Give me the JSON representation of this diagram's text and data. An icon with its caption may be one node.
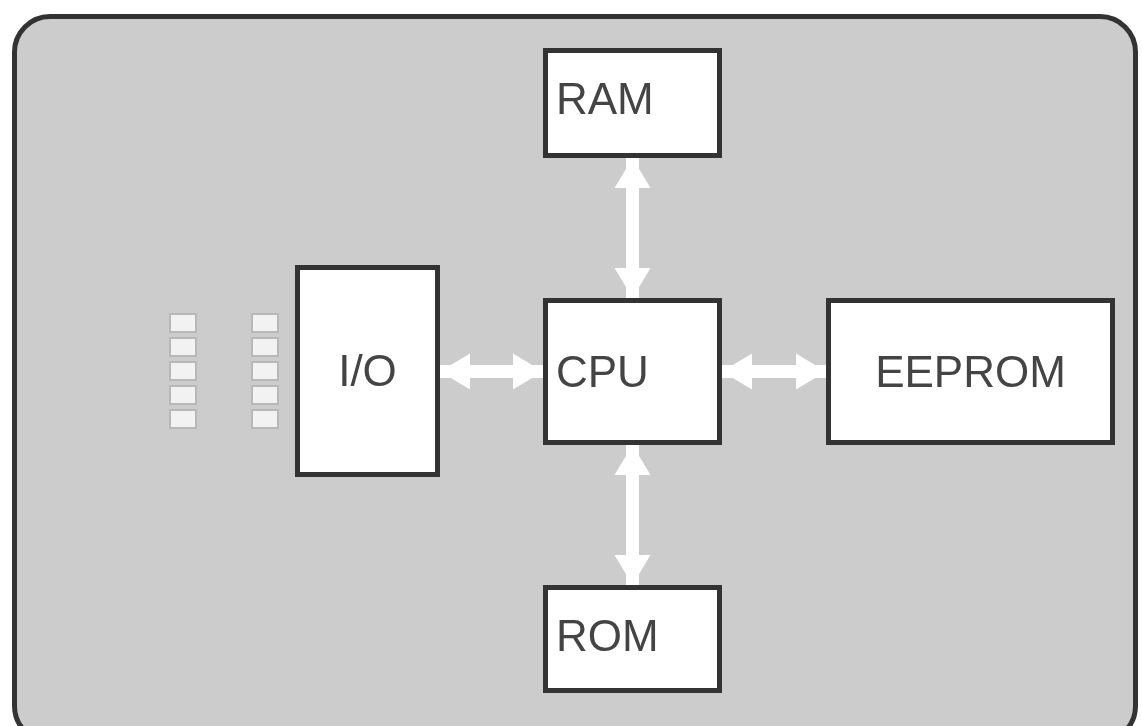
{
  "diagram": {
    "nodes": [
      {
        "text": [
          "RAM"
        ]
      },
      {
        "text": [
          "I/O"
        ]
      },
      {
        "text": [
          "CPU"
        ]
      },
      {
        "text": [
          "EEPROM"
        ]
      },
      {
        "text": [
          "ROM"
        ]
      }
    ],
    "edges": [
      {
        "from": 0,
        "to": 2,
        "arrow": "both"
      },
      {
        "from": 1,
        "to": 2,
        "arrow": "both"
      },
      {
        "from": 2,
        "to": 3,
        "arrow": "both"
      },
      {
        "from": 2,
        "to": 4,
        "arrow": "both"
      }
    ]
  }
}
